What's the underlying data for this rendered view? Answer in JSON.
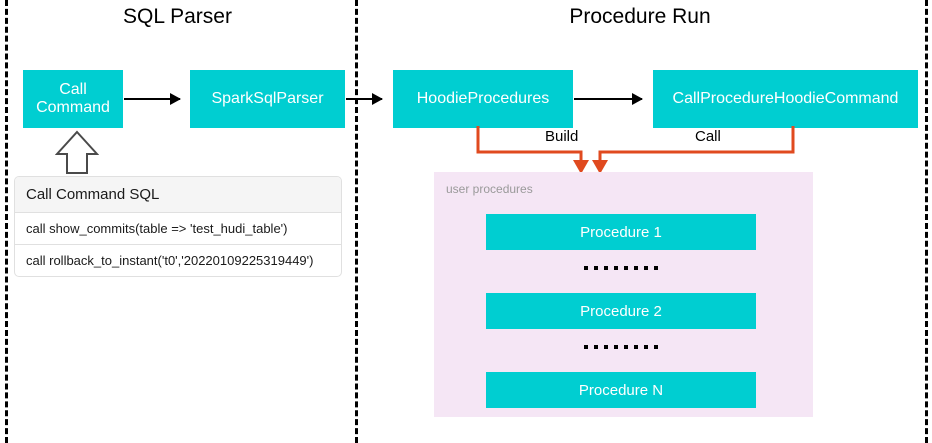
{
  "sections": {
    "left": {
      "title": "SQL Parser"
    },
    "right": {
      "title": "Procedure Run"
    }
  },
  "flow_boxes": {
    "call_command": "Call\nCommand",
    "spark_sql_parser": "SparkSqlParser",
    "hoodie_procedures": "HoodieProcedures",
    "call_procedure_hoodie_command": "CallProcedureHoodieCommand"
  },
  "connector_labels": {
    "build": "Build",
    "call": "Call"
  },
  "sql_table": {
    "header": "Call Command SQL",
    "rows": [
      "call show_commits(table => 'test_hudi_table')",
      "call rollback_to_instant('t0','20220109225319449')"
    ]
  },
  "user_procedures": {
    "label": "user procedures",
    "items": [
      "Procedure 1",
      "Procedure 2",
      "Procedure N"
    ],
    "ellipsis_dot_count": 8
  },
  "colors": {
    "teal_box": "#00CED1",
    "panel_background": "#F5E6F5",
    "connector_orange": "#E04A1F",
    "arrow_black": "#000000",
    "divider_black": "#000000",
    "table_header_background": "#F5F5F5",
    "muted_label": "#9A9A9A"
  }
}
